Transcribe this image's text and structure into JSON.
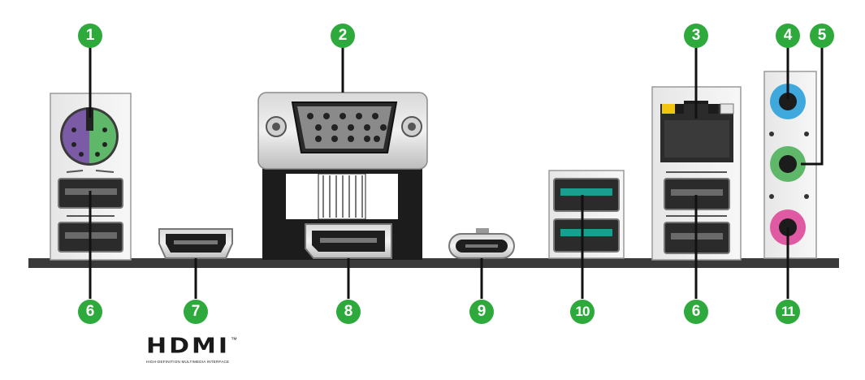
{
  "callouts": [
    {
      "id": "1",
      "label": "1"
    },
    {
      "id": "2",
      "label": "2"
    },
    {
      "id": "3",
      "label": "3"
    },
    {
      "id": "4",
      "label": "4"
    },
    {
      "id": "5",
      "label": "5"
    },
    {
      "id": "6a",
      "label": "6"
    },
    {
      "id": "7",
      "label": "7"
    },
    {
      "id": "8",
      "label": "8"
    },
    {
      "id": "9",
      "label": "9"
    },
    {
      "id": "10",
      "label": "10"
    },
    {
      "id": "6b",
      "label": "6"
    },
    {
      "id": "11",
      "label": "11"
    }
  ],
  "logo": {
    "wordmark": "HDMI",
    "trademark": "™",
    "tagline": "HIGH-DEFINITION MULTIMEDIA INTERFACE"
  },
  "colors": {
    "callout": "#2eaa3c",
    "ps2_mouse": "#7b5aa6",
    "ps2_keyboard": "#5fb86a",
    "usb_blue": "#1a9e8f",
    "audio_blue": "#3fa8dc",
    "audio_green": "#5fb86a",
    "audio_pink": "#e05aa3",
    "led_yellow": "#f2c511"
  }
}
